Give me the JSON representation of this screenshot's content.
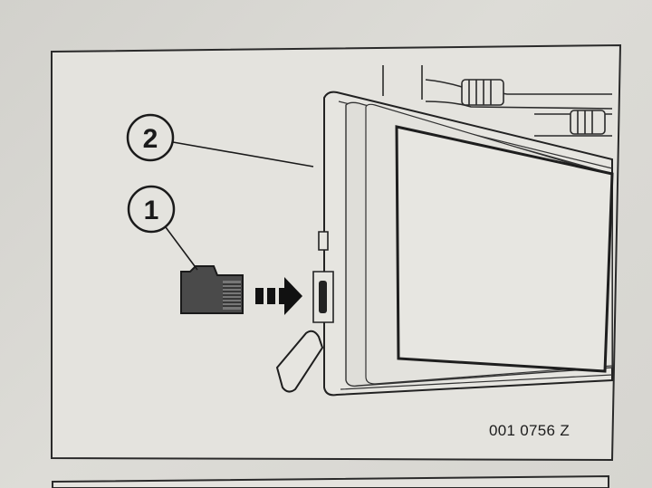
{
  "figure": {
    "callouts": [
      {
        "number": "2",
        "target": "navigation-device"
      },
      {
        "number": "1",
        "target": "microsd-card"
      }
    ],
    "figure_id": "001 0756 Z"
  }
}
